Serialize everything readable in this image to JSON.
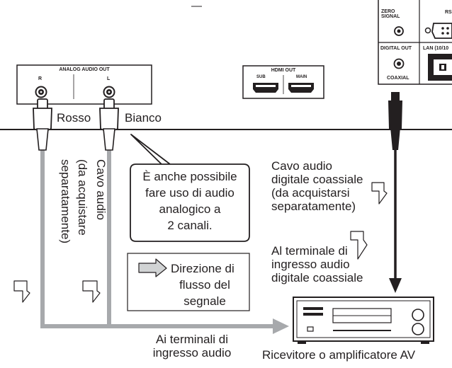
{
  "colors": {
    "cable_gray": "#a7a9ac",
    "ink": "#231f20",
    "arrow_fill": "#d1d3d4",
    "panel_fill": "#ffffff"
  },
  "analog_panel": {
    "title": "ANALOG AUDIO OUT",
    "right_label": "R",
    "left_label": "L"
  },
  "hdmi_panel": {
    "title": "HDMI OUT",
    "sub_label": "SUB",
    "main_label": "MAIN"
  },
  "digital_panel": {
    "zero_signal_label": "ZERO SIGNAL",
    "rs_label": "RS",
    "digital_out_label": "DIGITAL OUT",
    "lan_label": "LAN (10/10",
    "coaxial_label": "COAXIAL"
  },
  "labels": {
    "red": "Rosso",
    "white": "Bianco",
    "analog_cable": [
      "Cavo audio",
      "(da acquistare",
      "separatamente)"
    ],
    "callout": [
      "È anche possibile",
      "fare uso di audio",
      "analogico a",
      "2 canali."
    ],
    "coax_cable": [
      "Cavo audio",
      "digitale coassiale",
      "(da acquistarsi",
      "separatamente)"
    ],
    "coax_terminal": [
      "Al terminale di",
      "ingresso audio",
      "digitale coassiale"
    ],
    "signal_flow": [
      "Direzione di",
      "flusso del",
      "segnale"
    ],
    "analog_terminals": [
      "Ai terminali di",
      "ingresso audio"
    ],
    "receiver": "Ricevitore o amplificatore AV"
  }
}
